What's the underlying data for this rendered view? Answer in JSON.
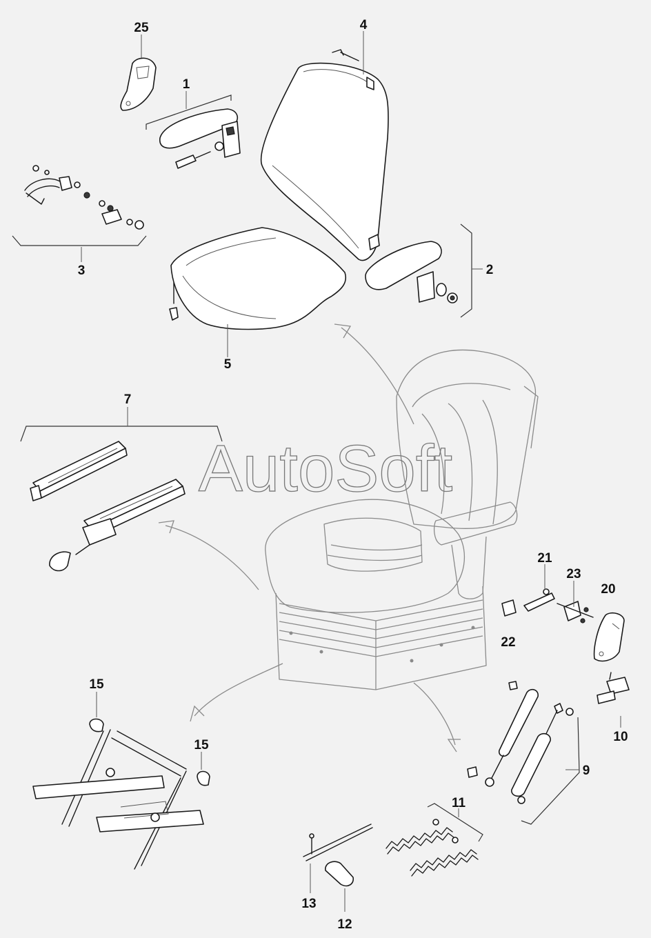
{
  "watermark": "AutoSoft",
  "callouts": {
    "c1": "1",
    "c2": "2",
    "c3": "3",
    "c4": "4",
    "c5": "5",
    "c7": "7",
    "c9": "9",
    "c10": "10",
    "c11": "11",
    "c12": "12",
    "c13": "13",
    "c15a": "15",
    "c15b": "15",
    "c20": "20",
    "c21": "21",
    "c22": "22",
    "c23": "23",
    "c25": "25"
  }
}
